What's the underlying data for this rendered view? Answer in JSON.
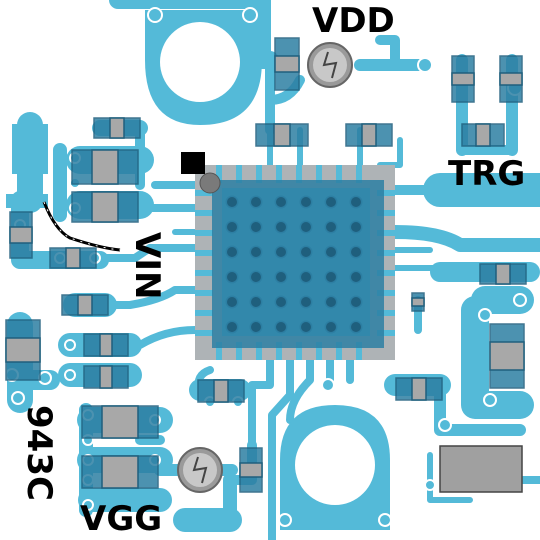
{
  "labels": {
    "vdd": "VDD",
    "trg": "TRG",
    "vin": "VIN",
    "vgg": "VGG",
    "part": "943C"
  },
  "colors": {
    "copper": "#54bad8",
    "mask": "#ffffff",
    "component": "#2d7fa3",
    "silk": "#000000",
    "pad_gray": "#a8a8a8",
    "ic_body": "#2d7fa3"
  },
  "icons": {
    "pot_vdd": "trimmer-pot-icon",
    "pot_vgg": "trimmer-pot-icon",
    "ic": "qfn-chip-icon"
  }
}
